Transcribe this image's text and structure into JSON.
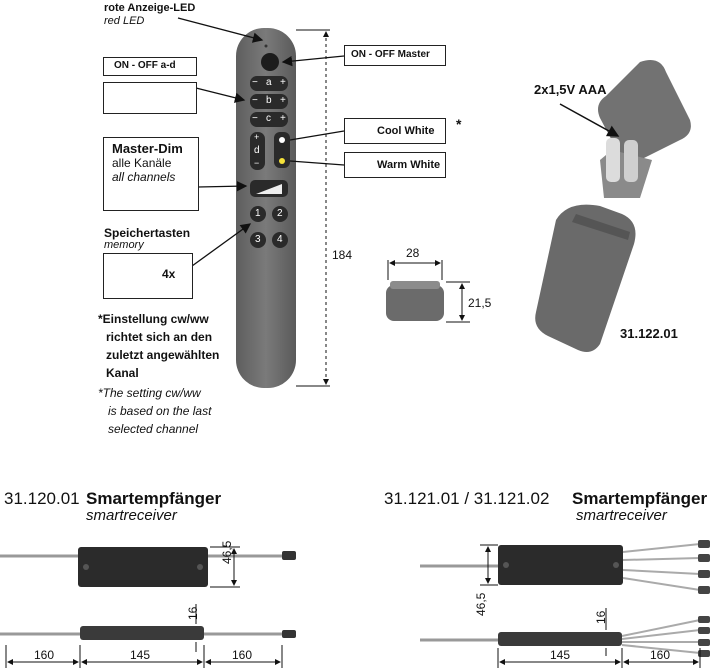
{
  "remote": {
    "led_label": "rote Anzeige-LED",
    "led_label_en": "red LED",
    "on_off_ad": "ON - OFF  a-d",
    "on_off_master": "ON - OFF  Master",
    "master_dim_title": "Master-Dim",
    "master_dim_de": "alle Kanäle",
    "master_dim_en": "all channels",
    "memory_title": "Speichertasten",
    "memory_en": "memory",
    "memory_count": "4x",
    "cool_white": "Cool White",
    "warm_white": "Warm White",
    "asterisk": "*",
    "note_de": [
      "*Einstellung cw/ww",
      "richtet sich an den",
      "zuletzt angewählten",
      "Kanal"
    ],
    "note_en": [
      "*The setting cw/ww",
      "is based on the last",
      "selected channel"
    ],
    "height": "184",
    "buttons": {
      "a": "a",
      "b": "b",
      "c": "c",
      "d": "d",
      "plus": "+",
      "minus": "−",
      "m1": "1",
      "m2": "2",
      "m3": "3",
      "m4": "4"
    }
  },
  "receiver_small": {
    "width": "28",
    "height": "21,5"
  },
  "battery": {
    "label": "2x1,5V AAA",
    "part": "31.122.01"
  },
  "smart1": {
    "part": "31.120.01",
    "title": "Smartempfänger",
    "subtitle": "smartreceiver",
    "dims": {
      "h": "46,5",
      "t": "16",
      "left": "160",
      "mid": "145",
      "right": "160"
    }
  },
  "smart2": {
    "part": "31.121.01 / 31.121.02",
    "title": "Smartempfänger",
    "subtitle": "smartreceiver",
    "dims": {
      "h": "46,5",
      "t": "16",
      "mid": "145",
      "right": "160"
    }
  },
  "colors": {
    "warm_led": "#f5e23a",
    "body": "#6e6e6e",
    "dark": "#222222"
  }
}
